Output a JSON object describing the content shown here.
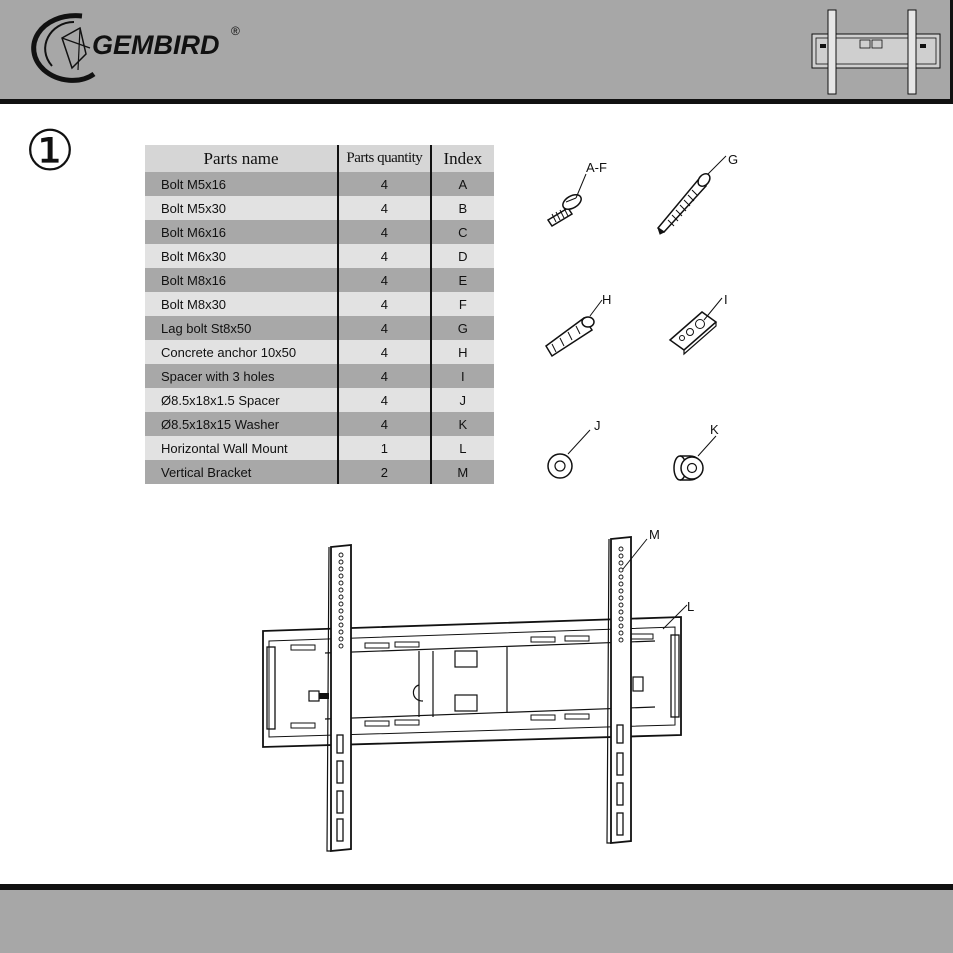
{
  "brand": {
    "name": "GEMBIRD",
    "registered": "®"
  },
  "step": {
    "number": "①"
  },
  "table": {
    "headers": {
      "name": "Parts name",
      "quantity": "Parts quantity",
      "index": "Index"
    },
    "rows": [
      {
        "name": "Bolt  M5x16",
        "qty": "4",
        "idx": "A"
      },
      {
        "name": "Bolt  M5x30",
        "qty": "4",
        "idx": "B"
      },
      {
        "name": "Bolt  M6x16",
        "qty": "4",
        "idx": "C"
      },
      {
        "name": "Bolt  M6x30",
        "qty": "4",
        "idx": "D"
      },
      {
        "name": "Bolt  M8x16",
        "qty": "4",
        "idx": "E"
      },
      {
        "name": "Bolt  M8x30",
        "qty": "4",
        "idx": "F"
      },
      {
        "name": "Lag  bolt St8x50",
        "qty": "4",
        "idx": "G"
      },
      {
        "name": "Concrete anchor 10x50",
        "qty": "4",
        "idx": "H"
      },
      {
        "name": "Spacer with 3 holes",
        "qty": "4",
        "idx": "I"
      },
      {
        "name": "Ø8.5x18x1.5 Spacer",
        "qty": "4",
        "idx": "J"
      },
      {
        "name": "Ø8.5x18x15 Washer",
        "qty": "4",
        "idx": "K"
      },
      {
        "name": "Horizontal Wall Mount",
        "qty": "1",
        "idx": "L"
      },
      {
        "name": "Vertical Bracket",
        "qty": "2",
        "idx": "M"
      }
    ]
  },
  "callouts": {
    "bolt": "A-F",
    "lag_bolt": "G",
    "anchor": "H",
    "spacer3": "I",
    "spacer": "J",
    "washer": "K",
    "wall_mount": "L",
    "vertical_bracket": "M"
  },
  "colors": {
    "band": "#a7a7a7",
    "row_dark": "#a8a8a8",
    "row_light": "#e2e2e2",
    "rule": "#111111"
  }
}
